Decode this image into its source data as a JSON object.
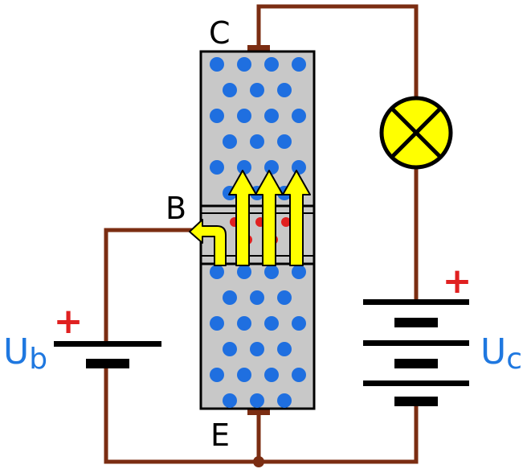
{
  "labels": {
    "collector": "C",
    "base": "B",
    "emitter": "E",
    "base_voltage_main": "U",
    "base_voltage_sub": "b",
    "collector_voltage_main": "U",
    "collector_voltage_sub": "c",
    "plus_sign": "+"
  },
  "colors": {
    "wire": "#7b2d12",
    "semiconductor": "#c8c8c8",
    "electron": "#1f6fe0",
    "hole": "#e02020",
    "current_arrow": "#ffff00",
    "lamp": "#ffff00",
    "plus": "#e02020",
    "voltage_label": "#1f78e0"
  },
  "icons": {
    "lamp": "lamp-icon",
    "base_battery": "battery-icon",
    "collector_battery": "battery-icon",
    "arrows": "current-arrow-icon"
  }
}
